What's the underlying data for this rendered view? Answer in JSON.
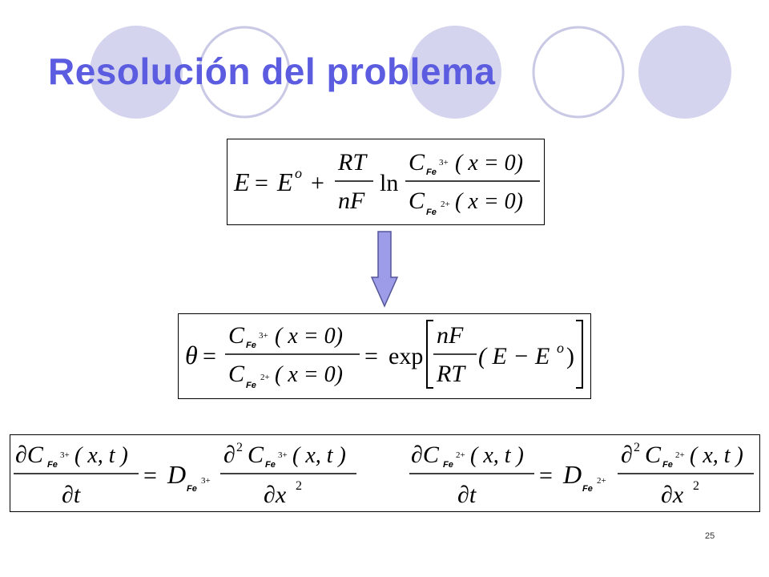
{
  "slide": {
    "title": "Resolución del problema",
    "page_number": "25",
    "colors": {
      "title": "#5c5ce0",
      "circle_fill": "#d4d4ee",
      "circle_outline": "#c9c9e6",
      "arrow_fill": "#9c9ce8",
      "arrow_stroke": "#555599"
    }
  },
  "equations": {
    "nernst": {
      "E": "E",
      "eq": "=",
      "E0": "E",
      "E0_sup": "o",
      "plus": "+",
      "RT": "RT",
      "nF": "nF",
      "ln": "ln",
      "num_C": "C",
      "num_sub": "Fe",
      "num_sup": "3+",
      "num_arg": "( x = 0)",
      "den_C": "C",
      "den_sub": "Fe",
      "den_sup": "2+",
      "den_arg": "( x = 0)"
    },
    "theta": {
      "theta": "θ",
      "eq": "=",
      "num_C": "C",
      "num_sub": "Fe",
      "num_sup": "3+",
      "num_arg": "( x = 0)",
      "den_C": "C",
      "den_sub": "Fe",
      "den_sup": "2+",
      "den_arg": "( x = 0)",
      "eq2": "=",
      "exp": "exp",
      "nF": "nF",
      "RT": "RT",
      "paren": "( E − E",
      "E0_sup": "o",
      "close": ")"
    },
    "diffusion": {
      "left": {
        "dC": "∂C",
        "sub": "Fe",
        "sup": "3+",
        "arg": "( x, t )",
        "dt": "∂t",
        "eq": "=",
        "D": "D",
        "D_sub": "Fe",
        "D_sup": "3+",
        "d2C": "∂",
        "d2C_sup": "2",
        "C": "C",
        "rsub": "Fe",
        "rsup": "3+",
        "rarg": "( x, t )",
        "dx": "∂x",
        "dx_sup": "2"
      },
      "right": {
        "dC": "∂C",
        "sub": "Fe",
        "sup": "2+",
        "arg": "( x, t )",
        "dt": "∂t",
        "eq": "=",
        "D": "D",
        "D_sub": "Fe",
        "D_sup": "2+",
        "d2C": "∂",
        "d2C_sup": "2",
        "C": "C",
        "rsub": "Fe",
        "rsup": "2+",
        "rarg": "( x, t )",
        "dx": "∂x",
        "dx_sup": "2"
      }
    }
  }
}
